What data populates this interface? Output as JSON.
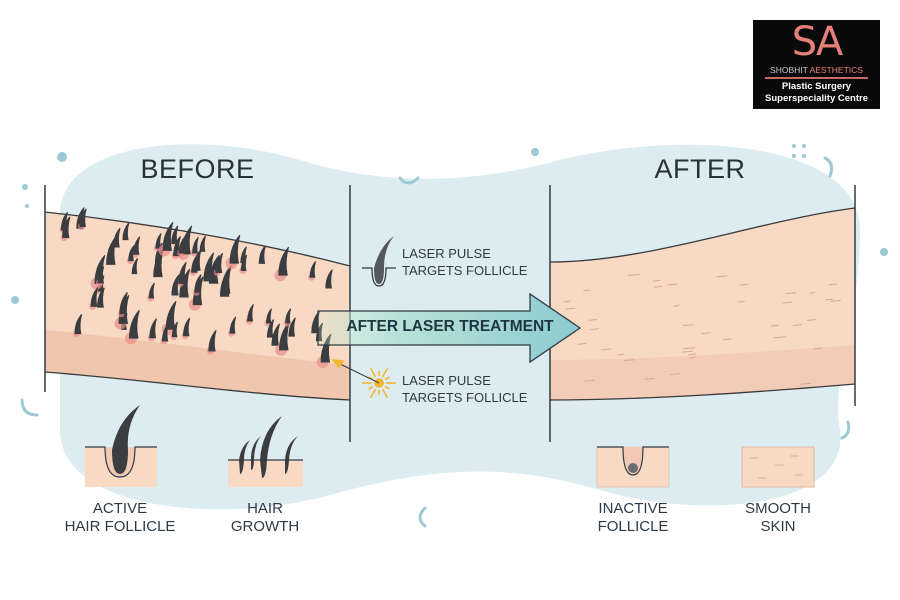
{
  "logo": {
    "initials": "SA",
    "name_part1": "SHOBHIT",
    "name_part2": "AESTHETICS",
    "tagline_line1": "Plastic Surgery",
    "tagline_line2": "Superspeciality Centre"
  },
  "headings": {
    "before": "BEFORE",
    "after": "AFTER"
  },
  "middle": {
    "top_label_line1": "LASER PULSE",
    "top_label_line2": "TARGETS FOLLICLE",
    "arrow_label": "AFTER LASER TREATMENT",
    "bottom_label_line1": "LASER PULSE",
    "bottom_label_line2": "TARGETS FOLLICLE"
  },
  "icons": [
    {
      "icon": "active-follicle-icon",
      "line1": "ACTIVE",
      "line2": "HAIR FOLLICLE"
    },
    {
      "icon": "hair-growth-icon",
      "line1": "HAIR",
      "line2": "GROWTH"
    },
    {
      "icon": "inactive-follicle-icon",
      "line1": "INACTIVE",
      "line2": "FOLLICLE"
    },
    {
      "icon": "smooth-skin-icon",
      "line1": "SMOOTH",
      "line2": "SKIN"
    }
  ],
  "colors": {
    "skin": "#f7d9c4",
    "skin_dark": "#f0c6ae",
    "background_blob": "#dcecf1",
    "arrow": "#9fd2d4",
    "follicle_red": "#e98c8c",
    "hair": "#3b3d40",
    "laser": "#f2b632"
  }
}
